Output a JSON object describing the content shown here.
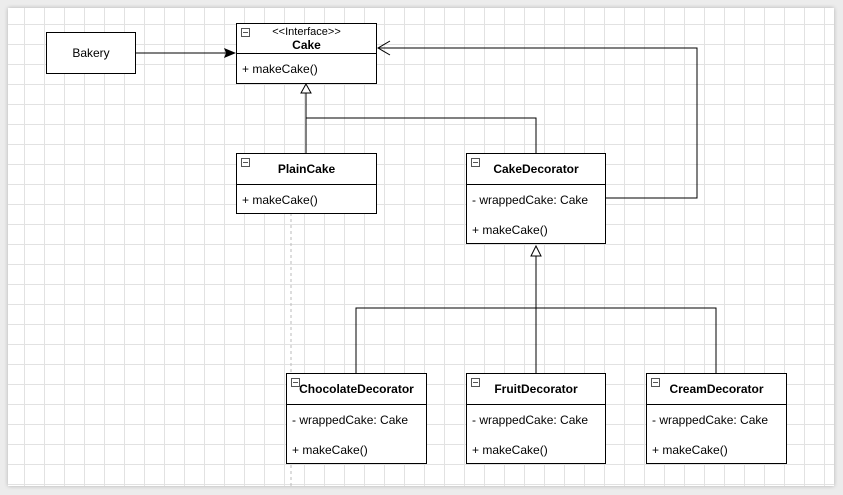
{
  "diagram": {
    "nodes": {
      "bakery": {
        "label": "Bakery"
      },
      "cake": {
        "stereotype": "<<Interface>>",
        "name": "Cake",
        "methods": [
          "+ makeCake()"
        ]
      },
      "plain_cake": {
        "name": "PlainCake",
        "methods": [
          "+ makeCake()"
        ]
      },
      "cake_decorator": {
        "name": "CakeDecorator",
        "attributes": [
          "- wrappedCake: Cake"
        ],
        "methods": [
          "+ makeCake()"
        ]
      },
      "chocolate_decorator": {
        "name": "ChocolateDecorator",
        "attributes": [
          "- wrappedCake: Cake"
        ],
        "methods": [
          "+ makeCake()"
        ]
      },
      "fruit_decorator": {
        "name": "FruitDecorator",
        "attributes": [
          "- wrappedCake: Cake"
        ],
        "methods": [
          "+ makeCake()"
        ]
      },
      "cream_decorator": {
        "name": "CreamDecorator",
        "attributes": [
          "- wrappedCake: Cake"
        ],
        "methods": [
          "+ makeCake()"
        ]
      }
    },
    "edges": [
      {
        "from": "bakery",
        "to": "cake",
        "type": "association"
      },
      {
        "from": "plain_cake",
        "to": "cake",
        "type": "realization"
      },
      {
        "from": "cake_decorator",
        "to": "cake",
        "type": "realization"
      },
      {
        "from": "cake_decorator",
        "to": "cake",
        "type": "aggregation"
      },
      {
        "from": "chocolate_decorator",
        "to": "cake_decorator",
        "type": "generalization"
      },
      {
        "from": "fruit_decorator",
        "to": "cake_decorator",
        "type": "generalization"
      },
      {
        "from": "cream_decorator",
        "to": "cake_decorator",
        "type": "generalization"
      }
    ]
  }
}
